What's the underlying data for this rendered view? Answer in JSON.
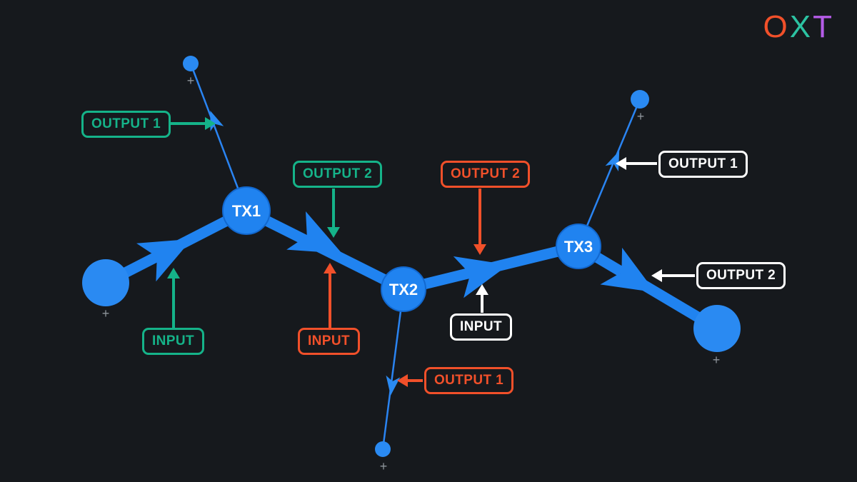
{
  "logo": {
    "letters": [
      {
        "char": "O",
        "color": "#f1502a"
      },
      {
        "char": "X",
        "color": "#2cc2a2"
      },
      {
        "char": "T",
        "color": "#b55ce8"
      }
    ]
  },
  "colors": {
    "background": "#16191d",
    "node_blue": "#2083f0",
    "teal": "#15b389",
    "orange": "#f1502a",
    "white": "#ffffff",
    "plus_gray": "#8e959b"
  },
  "nodes": [
    {
      "id": "tx1",
      "label": "TX1"
    },
    {
      "id": "tx2",
      "label": "TX2"
    },
    {
      "id": "tx3",
      "label": "TX3"
    }
  ],
  "callouts": [
    {
      "id": "tx1-output1",
      "label": "OUTPUT 1",
      "color": "teal"
    },
    {
      "id": "tx1-output2",
      "label": "OUTPUT 2",
      "color": "teal"
    },
    {
      "id": "tx1-input",
      "label": "INPUT",
      "color": "teal"
    },
    {
      "id": "tx2-output2",
      "label": "OUTPUT 2",
      "color": "orange"
    },
    {
      "id": "tx2-input",
      "label": "INPUT",
      "color": "orange"
    },
    {
      "id": "tx2-output1",
      "label": "OUTPUT 1",
      "color": "orange"
    },
    {
      "id": "tx3-input",
      "label": "INPUT",
      "color": "white"
    },
    {
      "id": "tx3-output1",
      "label": "OUTPUT 1",
      "color": "white"
    },
    {
      "id": "tx3-output2",
      "label": "OUTPUT 2",
      "color": "white"
    }
  ],
  "symbols": {
    "plus": "+"
  }
}
